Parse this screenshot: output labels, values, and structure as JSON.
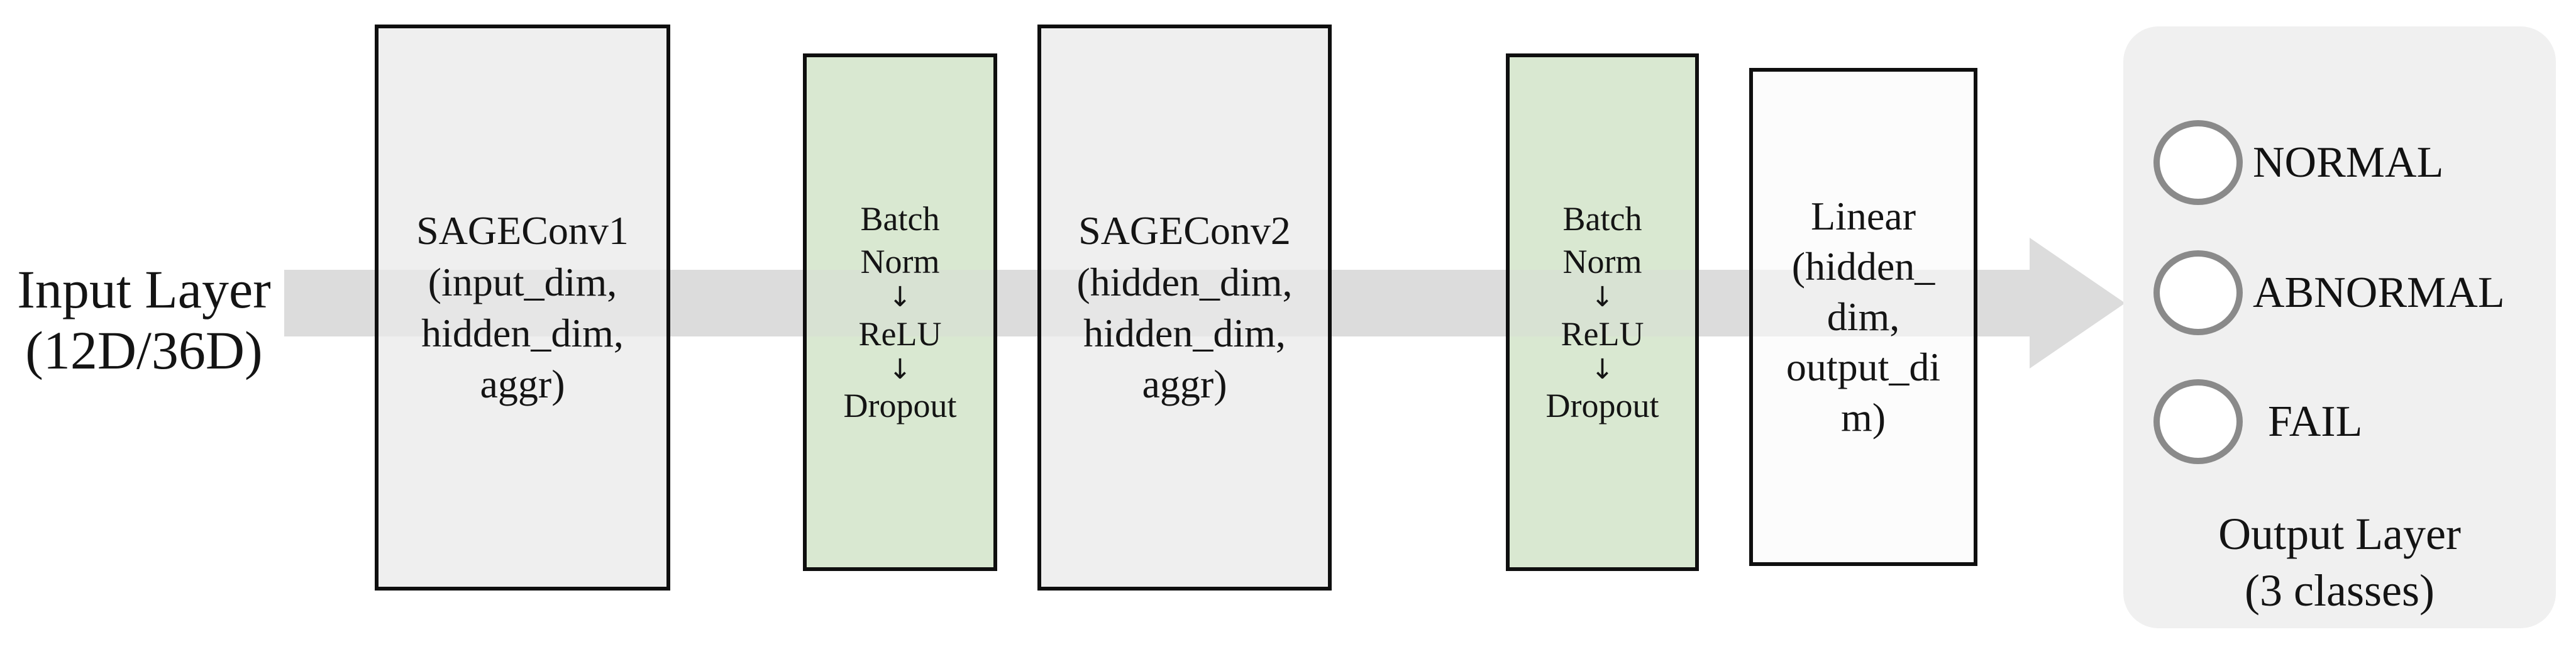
{
  "input_layer": {
    "line1": "Input Layer",
    "line2": "(12D/36D)"
  },
  "blocks": [
    {
      "id": "sageconv1",
      "lines": [
        "SAGEConv1",
        "(input_dim,",
        "hidden_dim,",
        "aggr)"
      ]
    },
    {
      "id": "batchnorm-relu-dropout-1",
      "lines": [
        "Batch",
        "Norm",
        "↓",
        "ReLU",
        "↓",
        "Dropout"
      ]
    },
    {
      "id": "sageconv2",
      "lines": [
        "SAGEConv2",
        "(hidden_dim,",
        "hidden_dim,",
        "aggr)"
      ]
    },
    {
      "id": "batchnorm-relu-dropout-2",
      "lines": [
        "Batch",
        "Norm",
        "↓",
        "ReLU",
        "↓",
        "Dropout"
      ]
    },
    {
      "id": "linear",
      "lines": [
        "Linear",
        "(hidden_",
        "dim,",
        "output_di",
        "m)"
      ]
    }
  ],
  "output_layer": {
    "classes": [
      {
        "label": "NORMAL"
      },
      {
        "label": "ABNORMAL"
      },
      {
        "label": "FAIL"
      }
    ],
    "caption_line1": "Output Layer",
    "caption_line2": "(3 classes)"
  },
  "colors": {
    "band": "#dcdcdc",
    "grayfill": "#efefef",
    "greenfill": "#d9e8d1",
    "whitefill": "#fcfcfc",
    "panel": "#f0f0f0",
    "circle": "#8a8a8a"
  }
}
